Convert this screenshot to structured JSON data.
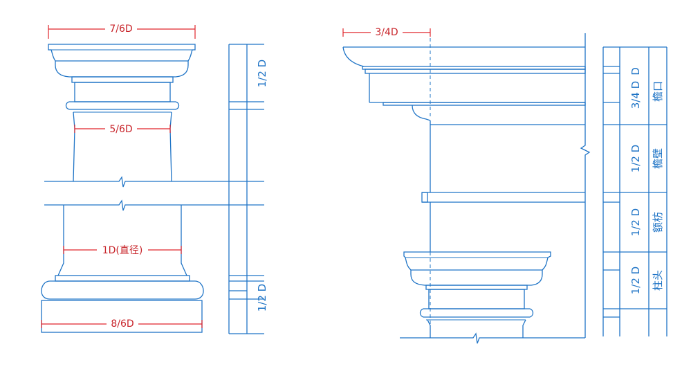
{
  "colors": {
    "line": "#1f74c6",
    "dimension": "#e0242a",
    "background": "#ffffff"
  },
  "dims": {
    "abacus": "7/6D",
    "neck": "5/6D",
    "diameter": "1D(直径)",
    "base": "8/6D",
    "eave_projection": "3/4D"
  },
  "left_scale": {
    "top_label": "1/2 D",
    "bottom_label": "1/2 D"
  },
  "right_scale": [
    {
      "value": "3/4 D",
      "name": "檐口"
    },
    {
      "value": "1/2 D",
      "name": "檐壁"
    },
    {
      "value": "1/2 D",
      "name": "额枋"
    },
    {
      "value": "1/2 D",
      "name": "柱头"
    }
  ],
  "right_scale_top_label": "D"
}
